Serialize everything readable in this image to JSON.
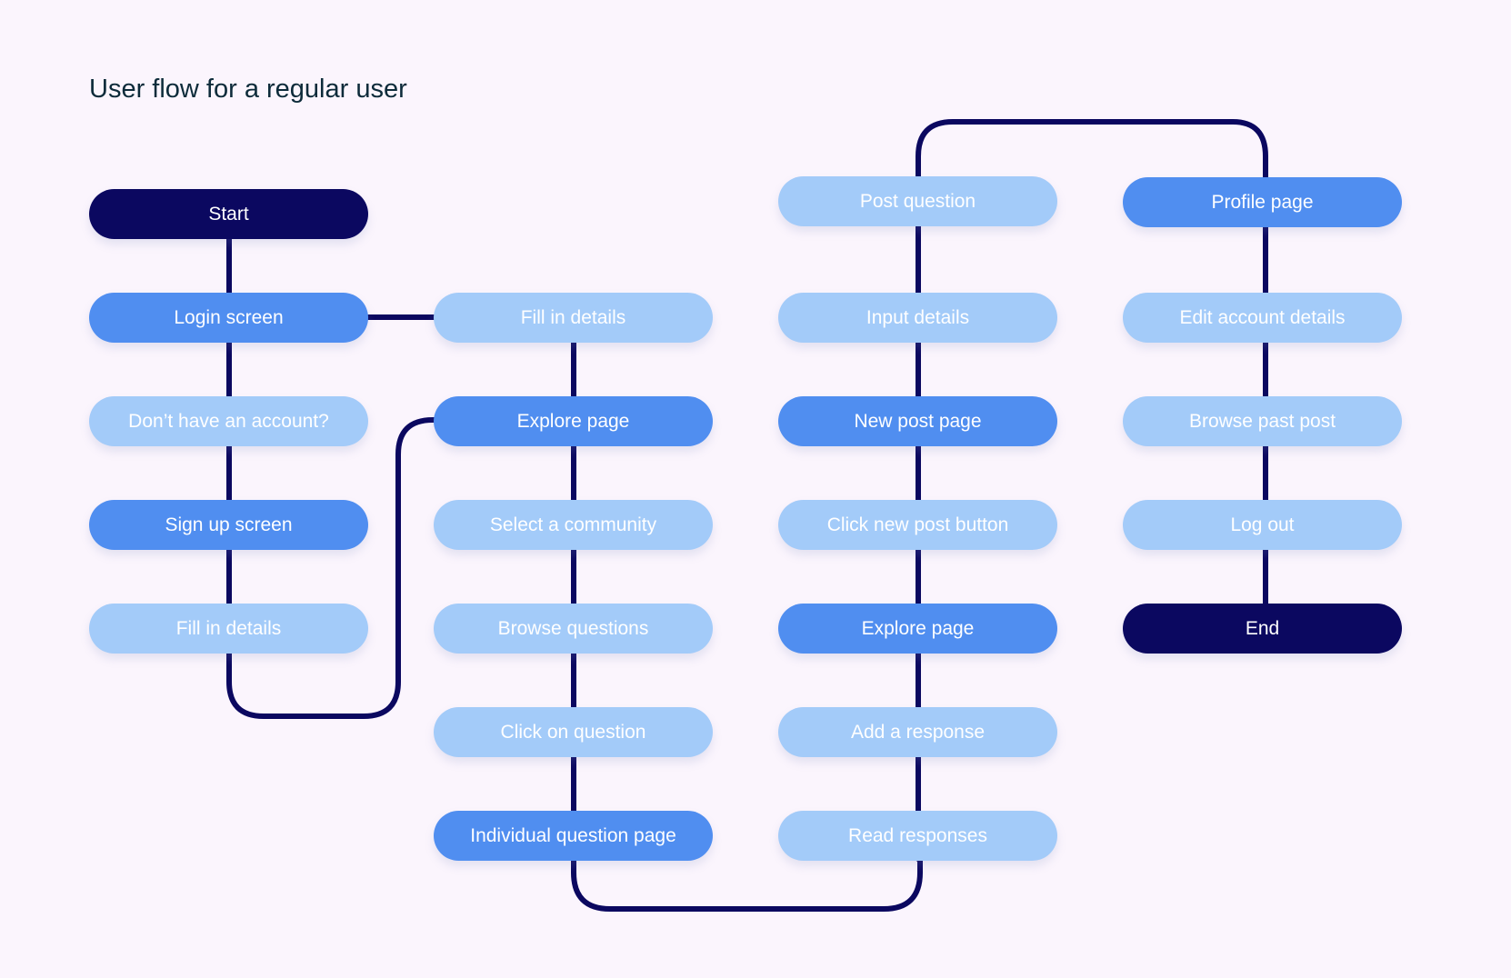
{
  "title": "User flow for a regular user",
  "colors": {
    "background": "#fbf5fd",
    "connector": "#0b0860",
    "terminal": "#0b0860",
    "primary": "#508ef0",
    "secondary": "#a3cbf9",
    "title_text": "#0d2b3a"
  },
  "nodes": [
    {
      "id": "start",
      "label": "Start",
      "kind": "terminal"
    },
    {
      "id": "login-screen",
      "label": "Login screen",
      "kind": "primary"
    },
    {
      "id": "dont-have-account",
      "label": "Don’t have an account?",
      "kind": "secondary"
    },
    {
      "id": "sign-up-screen",
      "label": "Sign up screen",
      "kind": "primary"
    },
    {
      "id": "fill-in-details-signup",
      "label": "Fill in details",
      "kind": "secondary"
    },
    {
      "id": "fill-in-details-login",
      "label": "Fill in details",
      "kind": "secondary"
    },
    {
      "id": "explore-page-1",
      "label": "Explore page",
      "kind": "primary"
    },
    {
      "id": "select-community",
      "label": "Select a community",
      "kind": "secondary"
    },
    {
      "id": "browse-questions",
      "label": "Browse questions",
      "kind": "secondary"
    },
    {
      "id": "click-on-question",
      "label": "Click on question",
      "kind": "secondary"
    },
    {
      "id": "individual-question-page",
      "label": "Individual question page",
      "kind": "primary"
    },
    {
      "id": "post-question",
      "label": "Post question",
      "kind": "secondary"
    },
    {
      "id": "input-details",
      "label": "Input details",
      "kind": "secondary"
    },
    {
      "id": "new-post-page",
      "label": "New post page",
      "kind": "primary"
    },
    {
      "id": "click-new-post-button",
      "label": "Click new post button",
      "kind": "secondary"
    },
    {
      "id": "explore-page-2",
      "label": "Explore page",
      "kind": "primary"
    },
    {
      "id": "add-response",
      "label": "Add a response",
      "kind": "secondary"
    },
    {
      "id": "read-responses",
      "label": "Read responses",
      "kind": "secondary"
    },
    {
      "id": "profile-page",
      "label": "Profile page",
      "kind": "primary"
    },
    {
      "id": "edit-account-details",
      "label": "Edit account details",
      "kind": "secondary"
    },
    {
      "id": "browse-past-post",
      "label": "Browse past post",
      "kind": "secondary"
    },
    {
      "id": "log-out",
      "label": "Log out",
      "kind": "secondary"
    },
    {
      "id": "end",
      "label": "End",
      "kind": "terminal"
    }
  ],
  "edges": [
    [
      "start",
      "login-screen"
    ],
    [
      "login-screen",
      "dont-have-account"
    ],
    [
      "dont-have-account",
      "sign-up-screen"
    ],
    [
      "sign-up-screen",
      "fill-in-details-signup"
    ],
    [
      "fill-in-details-signup",
      "explore-page-1"
    ],
    [
      "login-screen",
      "fill-in-details-login"
    ],
    [
      "fill-in-details-login",
      "explore-page-1"
    ],
    [
      "explore-page-1",
      "select-community"
    ],
    [
      "select-community",
      "browse-questions"
    ],
    [
      "browse-questions",
      "click-on-question"
    ],
    [
      "click-on-question",
      "individual-question-page"
    ],
    [
      "individual-question-page",
      "read-responses"
    ],
    [
      "read-responses",
      "add-response"
    ],
    [
      "add-response",
      "explore-page-2"
    ],
    [
      "explore-page-2",
      "click-new-post-button"
    ],
    [
      "click-new-post-button",
      "new-post-page"
    ],
    [
      "new-post-page",
      "input-details"
    ],
    [
      "input-details",
      "post-question"
    ],
    [
      "post-question",
      "profile-page"
    ],
    [
      "profile-page",
      "edit-account-details"
    ],
    [
      "edit-account-details",
      "browse-past-post"
    ],
    [
      "browse-past-post",
      "log-out"
    ],
    [
      "log-out",
      "end"
    ]
  ]
}
